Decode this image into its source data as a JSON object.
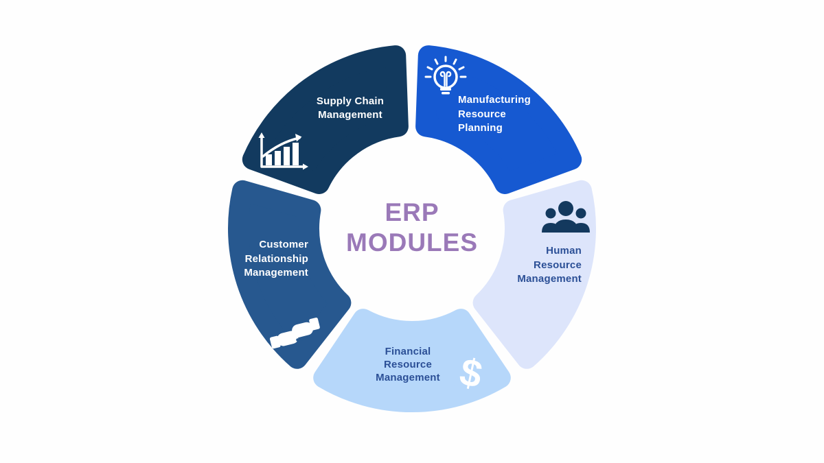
{
  "title": {
    "line1": "ERP",
    "line2": "MODULES",
    "color": "#9a79b8"
  },
  "palette": {
    "background": "#fefefe",
    "dark_navy": "#13395e",
    "bright_blue": "#1659d1",
    "medium_blue": "#27588f",
    "light_blue": "#b6d7fa",
    "pale_lavender_blue": "#dde5fb",
    "white": "#ffffff",
    "label_navy": "#2b4f96",
    "title_purple": "#9a79b8"
  },
  "segments": [
    {
      "id": "manufacturing-resource-planning",
      "label": "Manufacturing\nResource\nPlanning",
      "color": "#1659d1",
      "text_color": "#ffffff",
      "icon": "lightbulb-icon"
    },
    {
      "id": "human-resource-management",
      "label": "Human\nResource\nManagement",
      "color": "#dde5fb",
      "text_color": "#2b4f96",
      "icon": "people-icon"
    },
    {
      "id": "financial-resource-management",
      "label": "Financial\nResource\nManagement",
      "color": "#b6d7fa",
      "text_color": "#2b4f96",
      "icon": "dollar-icon",
      "dollar_glyph": "$"
    },
    {
      "id": "customer-relationship-management",
      "label": "Customer\nRelationship\nManagement",
      "color": "#27588f",
      "text_color": "#ffffff",
      "icon": "handshake-icon"
    },
    {
      "id": "supply-chain-management",
      "label": "Supply Chain\nManagement",
      "color": "#123a5f",
      "text_color": "#ffffff",
      "icon": "bar-chart-icon"
    }
  ]
}
